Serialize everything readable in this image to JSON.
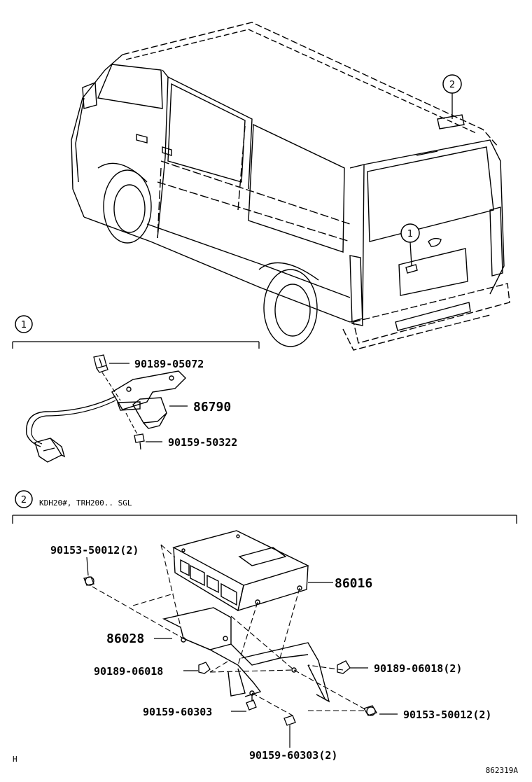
{
  "callouts": {
    "one": "1",
    "two": "2"
  },
  "section_1": {
    "marker": "1",
    "parts": {
      "bolt_top": "90189-05072",
      "camera": "86790",
      "screw": "90159-50322"
    }
  },
  "section_2": {
    "marker": "2",
    "note": "KDH20#, TRH200.. SGL",
    "parts": {
      "bolt_left_top": "90153-50012(2)",
      "ecu": "86016",
      "bracket": "86028",
      "nut_left": "90189-06018",
      "nut_right": "90189-06018(2)",
      "screw_left": "90159-60303",
      "bolt_right": "90153-50012(2)",
      "screw_bottom": "90159-60303(2)"
    }
  },
  "footer": {
    "corner_mark": "H",
    "figure_code": "862319A"
  }
}
